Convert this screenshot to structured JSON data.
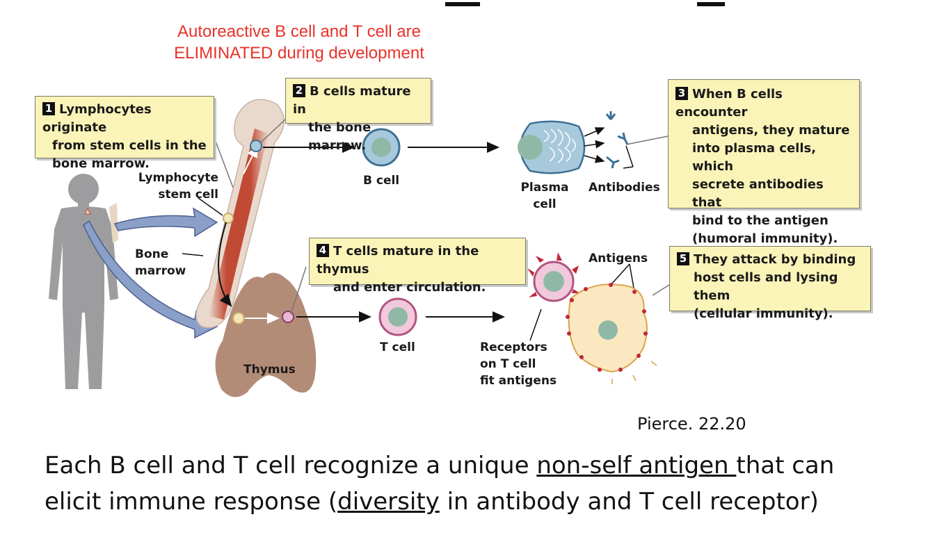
{
  "header_note": {
    "line1": "Autoreactive B cell and T cell are",
    "line2": "ELIMINATED during development"
  },
  "callouts": [
    {
      "num": "1",
      "lines": [
        "Lymphocytes originate",
        "from stem cells in the",
        "bone marrow."
      ]
    },
    {
      "num": "2",
      "lines": [
        "B cells mature in",
        "the bone marrow."
      ]
    },
    {
      "num": "3",
      "lines": [
        "When B cells encounter",
        "antigens, they mature",
        "into plasma cells,  which",
        "secrete antibodies that",
        "bind to the antigen",
        "(humoral immunity)."
      ]
    },
    {
      "num": "4",
      "lines": [
        "T cells mature in the thymus",
        "and enter circulation."
      ]
    },
    {
      "num": "5",
      "lines": [
        "They attack by binding",
        "host cells and lysing them",
        "(cellular immunity)."
      ]
    }
  ],
  "labels": {
    "lymphocyte_stem_cell": "Lymphocyte\nstem cell",
    "bone_marrow": "Bone\nmarrow",
    "b_cell": "B cell",
    "plasma_cell": "Plasma\ncell",
    "antibodies": "Antibodies",
    "antigens": "Antigens",
    "thymus": "Thymus",
    "t_cell": "T cell",
    "receptors": "Receptors\non T cell\nfit antigens"
  },
  "citation": "Pierce. 22.20",
  "bottom_text": {
    "l1_a": "Each B cell and T cell recognize a unique ",
    "l1_u": "non-self antigen ",
    "l1_b": "that can",
    "l2_a": "elicit immune response (",
    "l2_u": "diversity",
    "l2_b": " in antibody and T cell receptor)"
  },
  "colors": {
    "accent_red": "#e8322a",
    "callout_bg": "#fbf4b8",
    "bone": "#c14a35",
    "thymus": "#b38c78",
    "human": "#9d9d9f",
    "cell_nucleus": "#8fb9a6"
  }
}
